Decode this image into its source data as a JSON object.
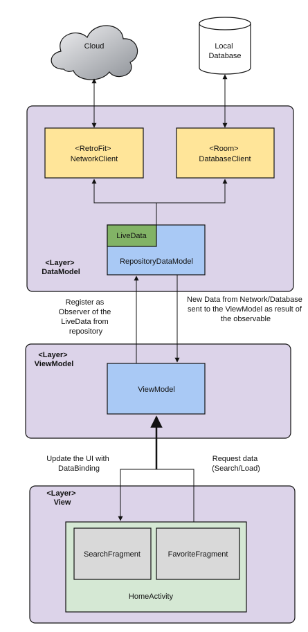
{
  "nodes": {
    "cloud": "Cloud",
    "local_database": [
      "Local",
      "Database"
    ],
    "network_client": [
      "<RetroFit>",
      "NetworkClient"
    ],
    "database_client": [
      "<Room>",
      "DatabaseClient"
    ],
    "livedata": "LiveData",
    "repository": "RepositoryDataModel",
    "viewmodel": "ViewModel",
    "search_fragment": "SearchFragment",
    "favorite_fragment": "FavoriteFragment",
    "home_activity": "HomeActivity"
  },
  "layers": {
    "datamodel": [
      "<Layer>",
      "DataModel"
    ],
    "viewmodel": [
      "<Layer>",
      "ViewModel"
    ],
    "view": [
      "<Layer>",
      "View"
    ]
  },
  "edge_labels": {
    "register_observer": [
      "Register as",
      "Observer of the",
      "LiveData from",
      "repository"
    ],
    "new_data": [
      "New Data from Network/Database",
      "sent to the ViewModel as result of",
      "the observable"
    ],
    "update_ui": [
      "Update the UI with",
      "DataBinding"
    ],
    "request_data": [
      "Request data",
      "(Search/Load)"
    ]
  },
  "colors": {
    "layer_fill": "#DCD3E9",
    "client_fill": "#FFE599",
    "model_fill": "#A9C9F5",
    "livedata_fill": "#82B366",
    "home_fill": "#D5E8D4",
    "fragment_fill": "#D9D9D9",
    "cloud_fill": "#B8BCC2",
    "stroke": "#111111"
  }
}
